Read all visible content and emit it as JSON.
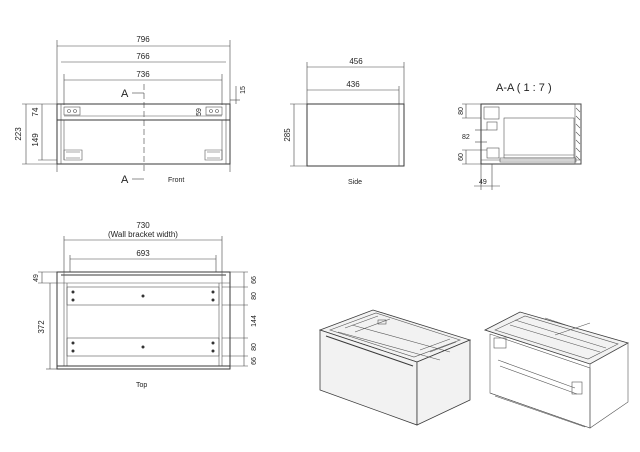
{
  "front": {
    "label": "Front",
    "dims": {
      "w796": "796",
      "w766": "766",
      "w736": "736",
      "h223": "223",
      "h149": "149",
      "h74": "74",
      "h15": "15",
      "h59": "59"
    },
    "section_mark": "A"
  },
  "side": {
    "label": "Side",
    "dims": {
      "w456": "456",
      "w436": "436",
      "h285": "285"
    }
  },
  "section": {
    "title": "A-A ( 1 : 7 )",
    "dims": {
      "h80": "80",
      "h82": "82",
      "h60": "60",
      "w49": "49"
    }
  },
  "top": {
    "label": "Top",
    "bracket_width": "730",
    "bracket_note": "(Wall bracket width)",
    "dims": {
      "w693": "693",
      "h49": "49",
      "h372": "372",
      "r66a": "66",
      "r80a": "80",
      "r144": "144",
      "r80b": "80",
      "r66b": "66"
    }
  }
}
